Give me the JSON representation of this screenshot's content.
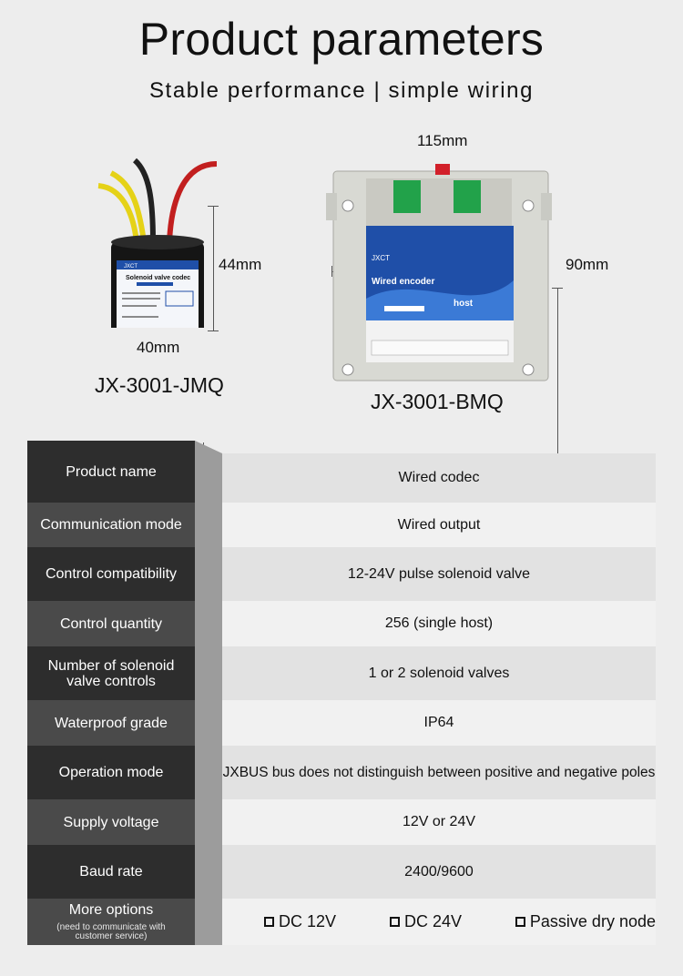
{
  "header": {
    "title": "Product parameters",
    "subtitle": "Stable performance | simple wiring"
  },
  "products": [
    {
      "model": "JX-3001-JMQ",
      "height": "44mm",
      "width": "40mm",
      "label_title": "Solenoid valve codec",
      "brand": "JXCT"
    },
    {
      "model": "JX-3001-BMQ",
      "width": "115mm",
      "height": "90mm",
      "brand": "JXCT",
      "panel_title": "Wired encoder",
      "panel_sub": "host"
    }
  ],
  "table": {
    "rows": [
      {
        "label": "Product name",
        "value": "Wired codec"
      },
      {
        "label": "Communication mode",
        "value": "Wired output"
      },
      {
        "label": "Control compatibility",
        "value": "12-24V pulse solenoid valve"
      },
      {
        "label": "Control quantity",
        "value": "256 (single host)"
      },
      {
        "label": "Number of solenoid valve controls",
        "value": "1 or 2 solenoid valves"
      },
      {
        "label": "Waterproof grade",
        "value": "IP64"
      },
      {
        "label": "Operation mode",
        "value": "JXBUS bus does not distinguish between positive and negative poles"
      },
      {
        "label": "Supply voltage",
        "value": "12V or 24V"
      },
      {
        "label": "Baud rate",
        "value": "2400/9600"
      }
    ],
    "more": {
      "label": "More options",
      "note": "(need to communicate with customer service)",
      "options": [
        "DC 12V",
        "DC 24V",
        "Passive dry node"
      ]
    }
  },
  "colors": {
    "label_dark": "#2d2d2d",
    "label_mid": "#4a4a4a",
    "value_light": "#e2e2e2",
    "value_lighter": "#f1f1f1",
    "panel_blue": "#1f4fa8"
  }
}
